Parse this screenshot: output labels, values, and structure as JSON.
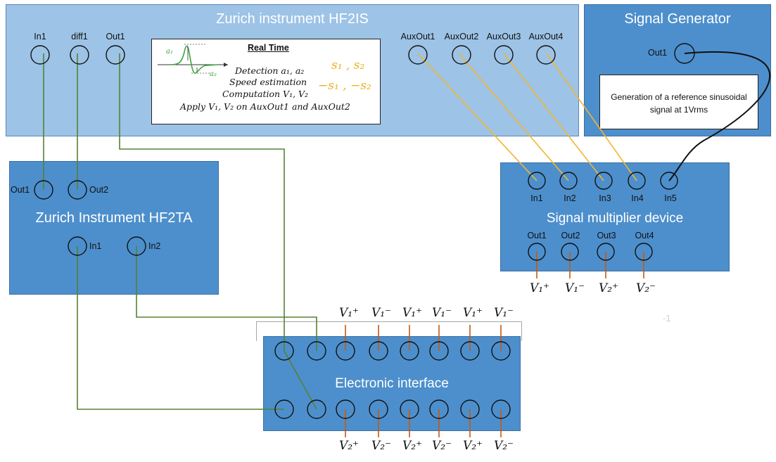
{
  "colors": {
    "green_wire": "#548235",
    "yellow_wire": "#f2b632",
    "brown_wire": "#c55a11",
    "black_wire": "#111111"
  },
  "hf2is": {
    "title": "Zurich instrument HF2IS",
    "in1": "In1",
    "diff1": "diff1",
    "out1": "Out1",
    "aux1": "AuxOut1",
    "aux2": "AuxOut2",
    "aux3": "AuxOut3",
    "aux4": "AuxOut4"
  },
  "realtime": {
    "title": "Real Time",
    "line1": "Detection a₁, a₂",
    "line2": "Speed estimation",
    "line3": "Computation V₁, V₂",
    "line4": "Apply  V₁, V₂ on AuxOut1 and AuxOut2",
    "s_pos": "s₁  , s₂",
    "s_neg": "−s₁  , −s₂",
    "a1": "a₁",
    "a2": "a₂"
  },
  "siggen": {
    "title": "Signal Generator",
    "out1": "Out1",
    "description": "Generation of a reference sinusoidal signal at 1Vrms"
  },
  "hf2ta": {
    "title": "Zurich Instrument HF2TA",
    "out1": "Out1",
    "out2": "Out2",
    "in1": "In1",
    "in2": "In2"
  },
  "multiplier": {
    "title": "Signal multiplier device",
    "inputs": [
      "In1",
      "In2",
      "In3",
      "In4",
      "In5"
    ],
    "outputs": [
      "Out1",
      "Out2",
      "Out3",
      "Out4"
    ],
    "out_labels": [
      "V₁⁺",
      "V₁⁻",
      "V₂⁺",
      "V₂⁻"
    ]
  },
  "interface": {
    "title": "Electronic interface",
    "top_labels": [
      "V₁⁺",
      "V₁⁻",
      "V₁⁺",
      "V₁⁻",
      "V₁⁺",
      "V₁⁻"
    ],
    "bottom_labels": [
      "V₂⁺",
      "V₂⁻",
      "V₂⁺",
      "V₂⁻",
      "V₂⁺",
      "V₂⁻"
    ]
  },
  "stray_mark": "-1"
}
